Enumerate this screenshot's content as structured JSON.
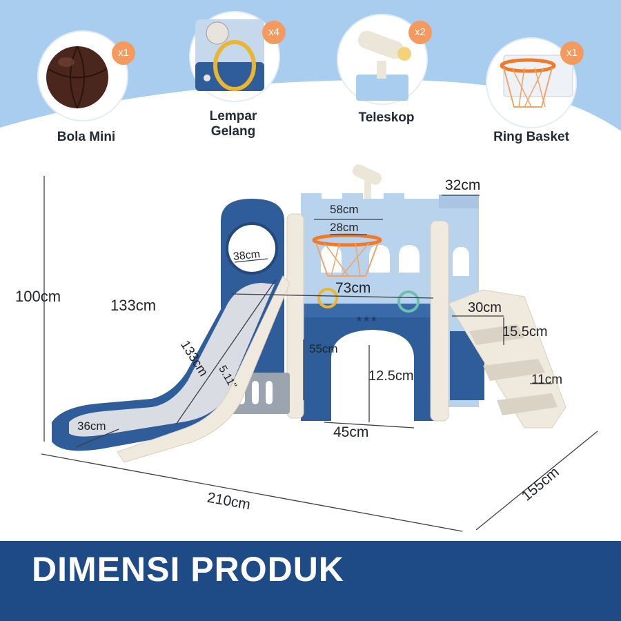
{
  "accessories": [
    {
      "name": "Bola Mini",
      "qty": "x1",
      "icon": "ball-icon"
    },
    {
      "name": "Lempar\nGelang",
      "qty": "x4",
      "icon": "ring-toss-icon"
    },
    {
      "name": "Teleskop",
      "qty": "x2",
      "icon": "telescope-icon"
    },
    {
      "name": "Ring Basket",
      "qty": "x1",
      "icon": "basketball-hoop-icon"
    }
  ],
  "dimensions": {
    "height_total": "100cm",
    "slide_length": "133cm",
    "slide_incline": "133cm",
    "slide_width_bottom": "36cm",
    "slide_rail": "5.11\"",
    "window_round": "38cm",
    "hoop_board": "58cm",
    "hoop_ring": "28cm",
    "platform_width": "73cm",
    "tower_top": "32cm",
    "stair_width": "30cm",
    "stair_step_height": "15.5cm",
    "stair_step_depth": "11cm",
    "arch_height": "55cm",
    "arch_inner": "12.5cm",
    "arch_width": "45cm",
    "length_total": "210cm",
    "depth_total": "155cm"
  },
  "footer": {
    "title": "DIMENSI PRODUK"
  },
  "colors": {
    "navy": "#1e4b85",
    "sky": "#a9cdee",
    "orange": "#f59a5e",
    "slide_blue": "#2f5d9a",
    "cream": "#efe9de"
  }
}
